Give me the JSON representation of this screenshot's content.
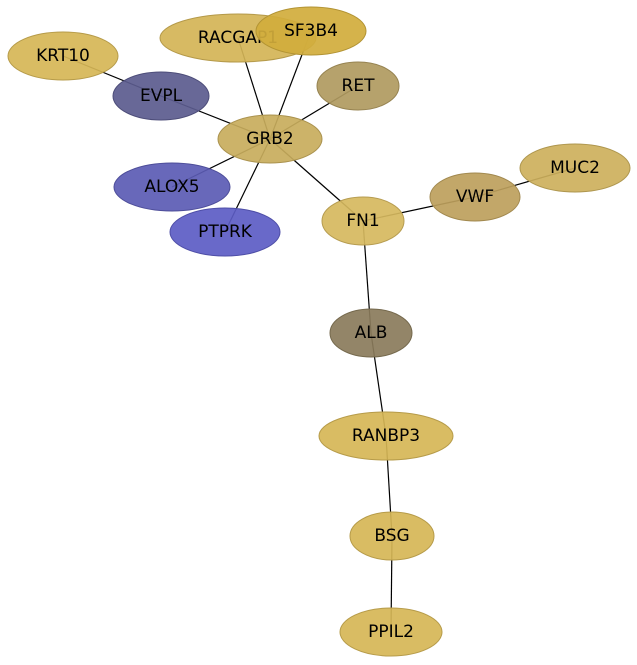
{
  "network": {
    "nodes": [
      {
        "id": "KRT10",
        "label": "KRT10",
        "color": "#d6b656"
      },
      {
        "id": "EVPL",
        "label": "EVPL",
        "color": "#5b5b8e"
      },
      {
        "id": "RACGAP1",
        "label": "RACGAP1",
        "color": "#d4b456"
      },
      {
        "id": "SF3B4",
        "label": "SF3B4",
        "color": "#d1ad3c"
      },
      {
        "id": "RET",
        "label": "RET",
        "color": "#b09a5f"
      },
      {
        "id": "GRB2",
        "label": "GRB2",
        "color": "#c8ac5c"
      },
      {
        "id": "ALOX5",
        "label": "ALOX5",
        "color": "#5b5bb4"
      },
      {
        "id": "PTPRK",
        "label": "PTPRK",
        "color": "#5c5cc4"
      },
      {
        "id": "FN1",
        "label": "FN1",
        "color": "#d6b85e"
      },
      {
        "id": "VWF",
        "label": "VWF",
        "color": "#bda05c"
      },
      {
        "id": "MUC2",
        "label": "MUC2",
        "color": "#cdb05c"
      },
      {
        "id": "ALB",
        "label": "ALB",
        "color": "#8a7b5b"
      },
      {
        "id": "RANBP3",
        "label": "RANBP3",
        "color": "#d6b656"
      },
      {
        "id": "BSG",
        "label": "BSG",
        "color": "#d6b656"
      },
      {
        "id": "PPIL2",
        "label": "PPIL2",
        "color": "#d6b656"
      }
    ],
    "edges": [
      [
        "KRT10",
        "EVPL"
      ],
      [
        "EVPL",
        "GRB2"
      ],
      [
        "RACGAP1",
        "GRB2"
      ],
      [
        "SF3B4",
        "GRB2"
      ],
      [
        "RET",
        "GRB2"
      ],
      [
        "ALOX5",
        "GRB2"
      ],
      [
        "PTPRK",
        "GRB2"
      ],
      [
        "GRB2",
        "FN1"
      ],
      [
        "FN1",
        "VWF"
      ],
      [
        "VWF",
        "MUC2"
      ],
      [
        "FN1",
        "ALB"
      ],
      [
        "ALB",
        "RANBP3"
      ],
      [
        "RANBP3",
        "BSG"
      ],
      [
        "BSG",
        "PPIL2"
      ]
    ]
  }
}
